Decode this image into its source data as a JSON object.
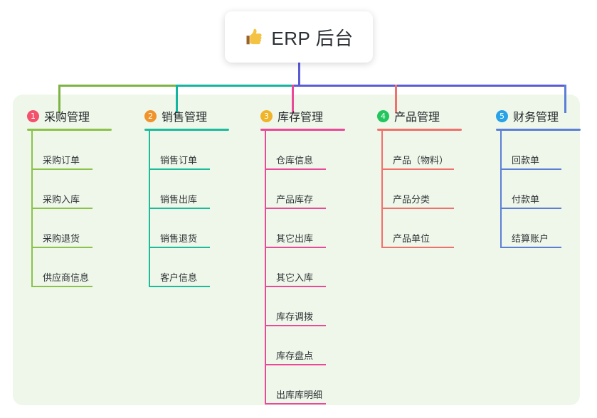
{
  "diagram": {
    "root": {
      "icon": "thumbs-up-icon",
      "title": "ERP 后台"
    },
    "stem_color": "#5b5bd6",
    "panel_bg": "#eef7e9",
    "columns": [
      {
        "index": "1",
        "title": "采购管理",
        "badge_color": "#f4516c",
        "line_color": "#8bc34a",
        "connector_color": "#7cb342",
        "rule_width": 119,
        "item_rule_width": 86,
        "items": [
          {
            "label": "采购订单"
          },
          {
            "label": "采购入库"
          },
          {
            "label": "采购退货"
          },
          {
            "label": "供应商信息"
          }
        ]
      },
      {
        "index": "2",
        "title": "销售管理",
        "badge_color": "#f0932b",
        "line_color": "#1abc9c",
        "connector_color": "#12b5a0",
        "rule_width": 119,
        "item_rule_width": 86,
        "items": [
          {
            "label": "销售订单"
          },
          {
            "label": "销售出库"
          },
          {
            "label": "销售退货"
          },
          {
            "label": "客户信息"
          }
        ]
      },
      {
        "index": "3",
        "title": "库存管理",
        "badge_color": "#f0b429",
        "line_color": "#ec4899",
        "connector_color": "#ec4899",
        "rule_width": 119,
        "item_rule_width": 86,
        "items": [
          {
            "label": "仓库信息"
          },
          {
            "label": "产品库存"
          },
          {
            "label": "其它出库"
          },
          {
            "label": "其它入库"
          },
          {
            "label": "库存调拨"
          },
          {
            "label": "库存盘点"
          },
          {
            "label": "出库库明细"
          }
        ]
      },
      {
        "index": "4",
        "title": "产品管理",
        "badge_color": "#22c55e",
        "line_color": "#f2706b",
        "connector_color": "#f2706b",
        "rule_width": 119,
        "item_rule_width": 102,
        "items": [
          {
            "label": "产品（物料）"
          },
          {
            "label": "产品分类"
          },
          {
            "label": "产品单位"
          }
        ]
      },
      {
        "index": "5",
        "title": "财务管理",
        "badge_color": "#29a3e8",
        "line_color": "#5b7fd6",
        "connector_color": "#5b7fd6",
        "rule_width": 119,
        "item_rule_width": 86,
        "items": [
          {
            "label": "回款单"
          },
          {
            "label": "付款单"
          },
          {
            "label": "结算账户"
          }
        ]
      }
    ]
  }
}
